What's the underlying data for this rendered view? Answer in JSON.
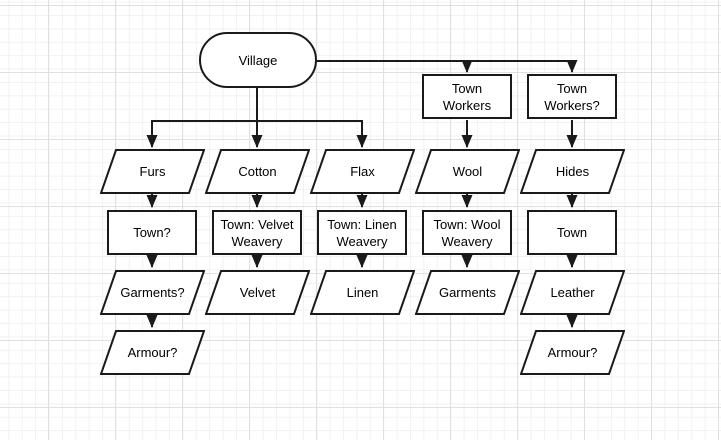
{
  "diagram": {
    "colors": {
      "stroke": "#1a1a1a",
      "node_fill": "#ffffff",
      "grid_minor": "#f1f1f1",
      "grid_major": "#e0e0e0",
      "text": "#000000"
    },
    "nodes": {
      "village": {
        "label": "Village",
        "shape": "terminator"
      },
      "town_workers": {
        "label": "Town\nWorkers",
        "shape": "rectangle"
      },
      "town_workers_q": {
        "label": "Town\nWorkers?",
        "shape": "rectangle"
      },
      "furs": {
        "label": "Furs",
        "shape": "parallelogram"
      },
      "cotton": {
        "label": "Cotton",
        "shape": "parallelogram"
      },
      "flax": {
        "label": "Flax",
        "shape": "parallelogram"
      },
      "wool": {
        "label": "Wool",
        "shape": "parallelogram"
      },
      "hides": {
        "label": "Hides",
        "shape": "parallelogram"
      },
      "town_q": {
        "label": "Town?",
        "shape": "rectangle"
      },
      "town_velvet": {
        "label": "Town: Velvet\nWeavery",
        "shape": "rectangle"
      },
      "town_linen": {
        "label": "Town: Linen\nWeavery",
        "shape": "rectangle"
      },
      "town_wool": {
        "label": "Town: Wool\nWeavery",
        "shape": "rectangle"
      },
      "town": {
        "label": "Town",
        "shape": "rectangle"
      },
      "garments_q": {
        "label": "Garments?",
        "shape": "parallelogram"
      },
      "velvet": {
        "label": "Velvet",
        "shape": "parallelogram"
      },
      "linen": {
        "label": "Linen",
        "shape": "parallelogram"
      },
      "garments": {
        "label": "Garments",
        "shape": "parallelogram"
      },
      "leather": {
        "label": "Leather",
        "shape": "parallelogram"
      },
      "armour_left": {
        "label": "Armour?",
        "shape": "parallelogram"
      },
      "armour_right": {
        "label": "Armour?",
        "shape": "parallelogram"
      }
    },
    "edges": [
      {
        "from": "village",
        "to": "furs"
      },
      {
        "from": "village",
        "to": "cotton"
      },
      {
        "from": "village",
        "to": "flax"
      },
      {
        "from": "village",
        "to": "town_workers"
      },
      {
        "from": "village",
        "to": "town_workers_q"
      },
      {
        "from": "town_workers",
        "to": "wool"
      },
      {
        "from": "town_workers_q",
        "to": "hides"
      },
      {
        "from": "furs",
        "to": "town_q"
      },
      {
        "from": "cotton",
        "to": "town_velvet"
      },
      {
        "from": "flax",
        "to": "town_linen"
      },
      {
        "from": "wool",
        "to": "town_wool"
      },
      {
        "from": "hides",
        "to": "town"
      },
      {
        "from": "town_q",
        "to": "garments_q"
      },
      {
        "from": "town_velvet",
        "to": "velvet"
      },
      {
        "from": "town_linen",
        "to": "linen"
      },
      {
        "from": "town_wool",
        "to": "garments"
      },
      {
        "from": "town",
        "to": "leather"
      },
      {
        "from": "garments_q",
        "to": "armour_left"
      },
      {
        "from": "leather",
        "to": "armour_right"
      }
    ]
  }
}
